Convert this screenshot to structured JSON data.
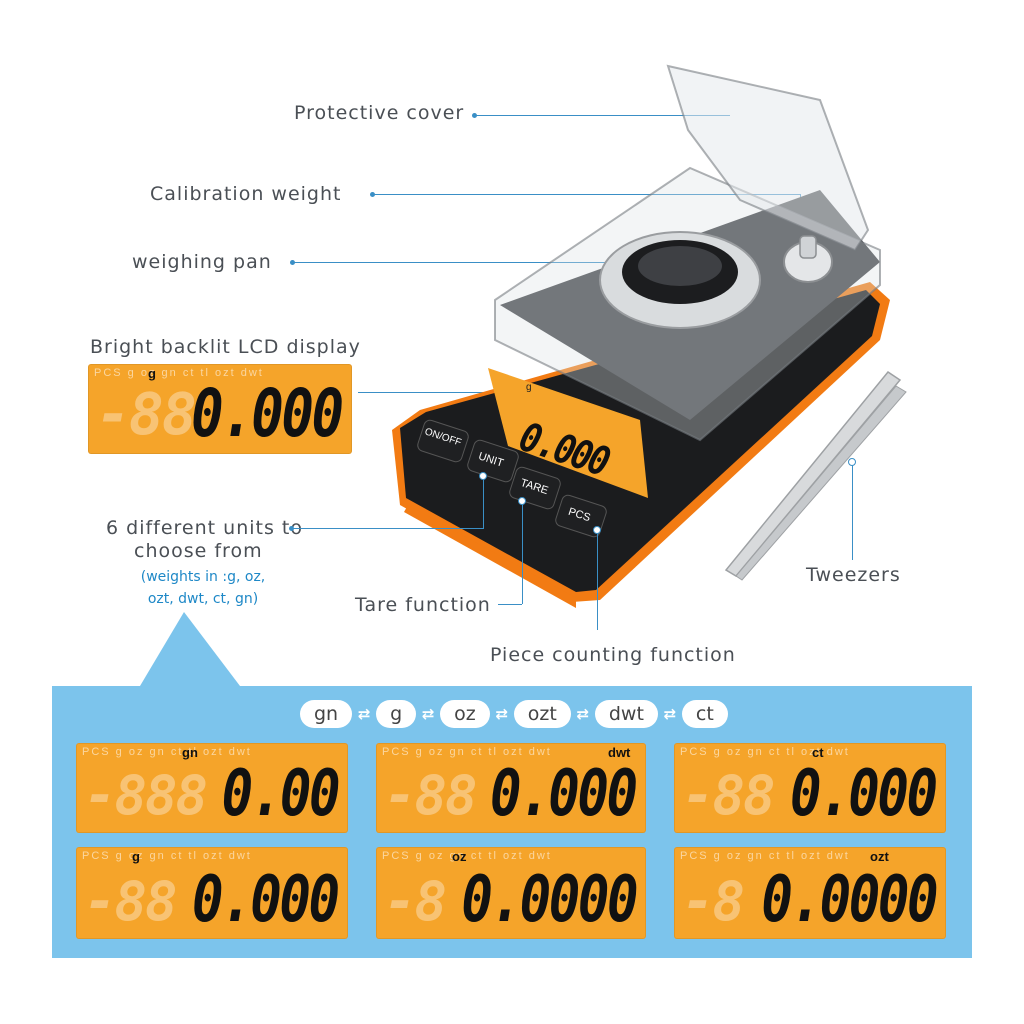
{
  "labels": {
    "protective_cover": "Protective cover",
    "calibration_weight": "Calibration weight",
    "weighing_pan": "weighing pan",
    "lcd_display": "Bright backlit LCD display",
    "units_line1": "6 different units to",
    "units_line2": "choose from",
    "units_sub1": "(weights in :g, oz,",
    "units_sub2": "ozt, dwt, ct, gn)",
    "tare": "Tare function",
    "pcs": "Piece counting function",
    "tweezers": "Tweezers"
  },
  "buttons": {
    "onoff": "ON/OFF",
    "unit": "UNIT",
    "tare": "TARE",
    "pcs": "PCS"
  },
  "hero_lcd": {
    "unit": "g",
    "value": "0.000",
    "ghost": "-88"
  },
  "device_lcd": {
    "unit": "g",
    "value": "0.000"
  },
  "unit_chips": [
    "gn",
    "g",
    "oz",
    "ozt",
    "dwt",
    "ct"
  ],
  "lcd_panels": [
    {
      "unit": "gn",
      "value": "0.00",
      "ghost": "-888"
    },
    {
      "unit": "dwt",
      "value": "0.000",
      "ghost": "-88"
    },
    {
      "unit": "ct",
      "value": "0.000",
      "ghost": "-88"
    },
    {
      "unit": "g",
      "value": "0.000",
      "ghost": "-88"
    },
    {
      "unit": "oz",
      "value": "0.0000",
      "ghost": "-8"
    },
    {
      "unit": "ozt",
      "value": "0.0000",
      "ghost": "-8"
    }
  ],
  "lcd_units_strip": "PCS  g  oz  gn  ct  tl  ozt  dwt",
  "colors": {
    "lcd_orange": "#f5a42a",
    "panel_blue": "#7cc4ec",
    "accent_orange": "#f27b13",
    "leader_blue": "#3a8fc6"
  }
}
